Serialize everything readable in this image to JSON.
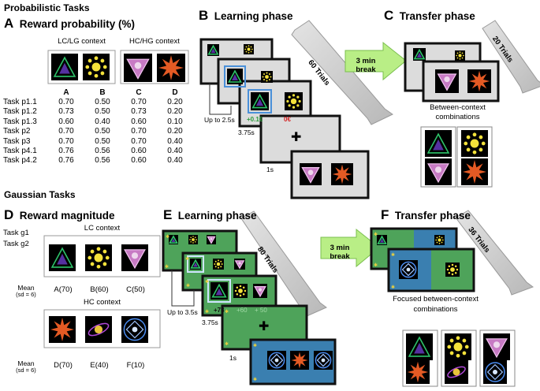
{
  "sections": {
    "probabilistic_title": "Probabilistic Tasks",
    "gaussian_title": "Gaussian Tasks"
  },
  "panel_a": {
    "letter": "A",
    "title": "Reward probability (%)",
    "context_left": "LC/LG context",
    "context_right": "HC/HG context",
    "columns": [
      "A",
      "B",
      "C",
      "D"
    ],
    "rows": [
      {
        "task": "Task p1.1",
        "values": [
          "0.70",
          "0.50",
          "0.70",
          "0.20"
        ]
      },
      {
        "task": "Task p1.2",
        "values": [
          "0.73",
          "0.50",
          "0.73",
          "0.20"
        ]
      },
      {
        "task": "Task p1.3",
        "values": [
          "0.60",
          "0.40",
          "0.60",
          "0.10"
        ]
      },
      {
        "task": "Task p2",
        "values": [
          "0.70",
          "0.50",
          "0.70",
          "0.20"
        ]
      },
      {
        "task": "Task p3",
        "values": [
          "0.70",
          "0.50",
          "0.70",
          "0.40"
        ]
      },
      {
        "task": "Task p4.1",
        "values": [
          "0.76",
          "0.56",
          "0.60",
          "0.40"
        ]
      },
      {
        "task": "Task p4.2",
        "values": [
          "0.76",
          "0.56",
          "0.60",
          "0.40"
        ]
      }
    ]
  },
  "panel_b": {
    "letter": "B",
    "title": "Learning phase",
    "trials": "60 Trials",
    "up_to": "Up to 2.5s",
    "feedback_time": "3.75s",
    "fixation_time": "1s",
    "gain": "+0.1€",
    "loss": "0€",
    "fixation": "✚"
  },
  "break_label": "3 min break",
  "panel_c": {
    "letter": "C",
    "title": "Transfer phase",
    "trials": "20 Trials",
    "caption": "Between-context combinations"
  },
  "panel_d": {
    "letter": "D",
    "title": "Reward magnitude",
    "task1": "Task g1",
    "task2": "Task g2",
    "lc_label": "LC context",
    "hc_label": "HC context",
    "mean_label": "Mean",
    "sd_label": "(sd = 6)",
    "lc_values": [
      "A(70)",
      "B(60)",
      "C(50)"
    ],
    "hc_values": [
      "D(70)",
      "E(40)",
      "F(10)"
    ]
  },
  "panel_e": {
    "letter": "E",
    "title": "Learning phase",
    "trials": "80 Trials",
    "up_to": "Up to 3.5s",
    "feedback_time": "3.75s",
    "fixation_time": "1s",
    "outcomes": [
      "+73",
      "+60",
      "+ 50"
    ],
    "fixation": "✚"
  },
  "panel_f": {
    "letter": "F",
    "title": "Transfer phase",
    "trials": "36 Trials",
    "caption_line1": "Focused between-context",
    "caption_line2": "combinations"
  },
  "colors": {
    "green_screen": "#4ea35a",
    "blue_screen": "#3a7fb0",
    "gray_screen": "#dcdcdc",
    "arrow_green": "#b9ee86",
    "arrow_gray": "#c8c8c8",
    "gain_green": "#2c9a3c",
    "loss_red": "#d42020",
    "highlight_blue": "#4a90d9"
  }
}
